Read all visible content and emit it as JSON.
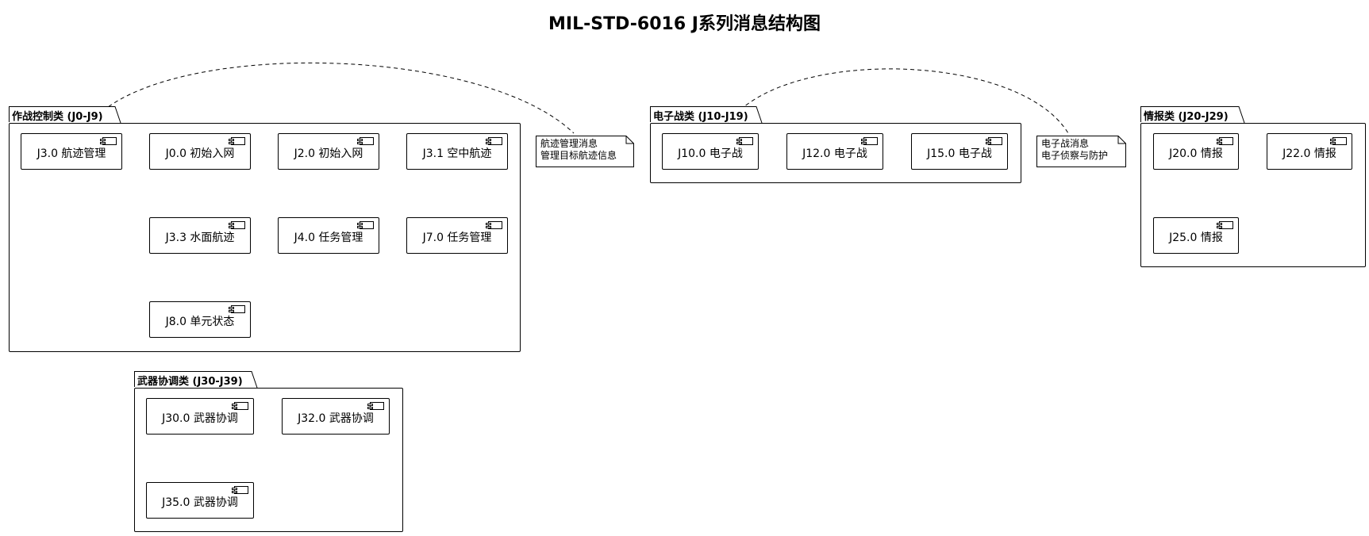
{
  "title": "MIL-STD-6016 J系列消息结构图",
  "packages": {
    "combat": {
      "label": "作战控制类 (J0-J9)",
      "components": [
        "J3.0 航迹管理",
        "J0.0 初始入网",
        "J2.0 初始入网",
        "J3.1 空中航迹",
        "J3.3 水面航迹",
        "J4.0 任务管理",
        "J7.0 任务管理",
        "J8.0 单元状态"
      ]
    },
    "ew": {
      "label": "电子战类 (J10-J19)",
      "components": [
        "J10.0 电子战",
        "J12.0 电子战",
        "J15.0 电子战"
      ]
    },
    "intel": {
      "label": "情报类 (J20-J29)",
      "components": [
        "J20.0 情报",
        "J22.0 情报",
        "J25.0 情报"
      ]
    },
    "weapon": {
      "label": "武器协调类 (J30-J39)",
      "components": [
        "J30.0 武器协调",
        "J32.0 武器协调",
        "J35.0 武器协调"
      ]
    }
  },
  "notes": {
    "track": {
      "line1": "航迹管理消息",
      "line2": "管理目标航迹信息"
    },
    "ew": {
      "line1": "电子战消息",
      "line2": "电子侦察与防护"
    }
  }
}
